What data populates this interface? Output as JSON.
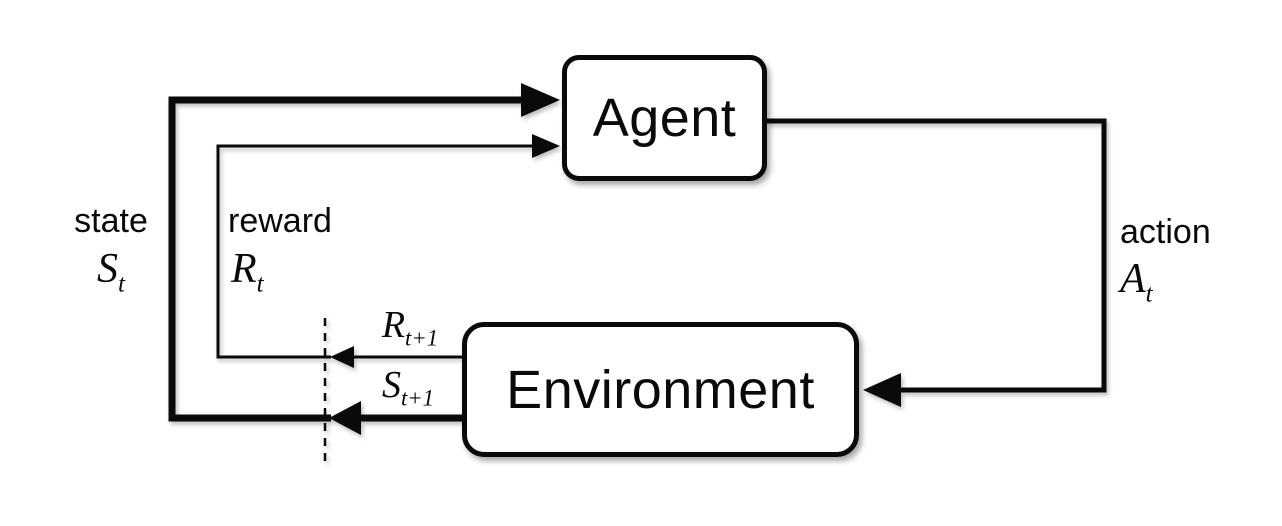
{
  "diagram": {
    "name": "agent-environment-interaction-loop",
    "boxes": {
      "agent": "Agent",
      "environment": "Environment"
    },
    "labels": {
      "state_word": "state",
      "state_sym": "S",
      "state_sub": "t",
      "reward_word": "reward",
      "reward_sym": "R",
      "reward_sub": "t",
      "action_word": "action",
      "action_sym": "A",
      "action_sub": "t",
      "next_reward_sym": "R",
      "next_reward_sub": "t+1",
      "next_state_sym": "S",
      "next_state_sub": "t+1"
    },
    "colors": {
      "line": "#0a0a0a",
      "background": "#ffffff"
    }
  }
}
